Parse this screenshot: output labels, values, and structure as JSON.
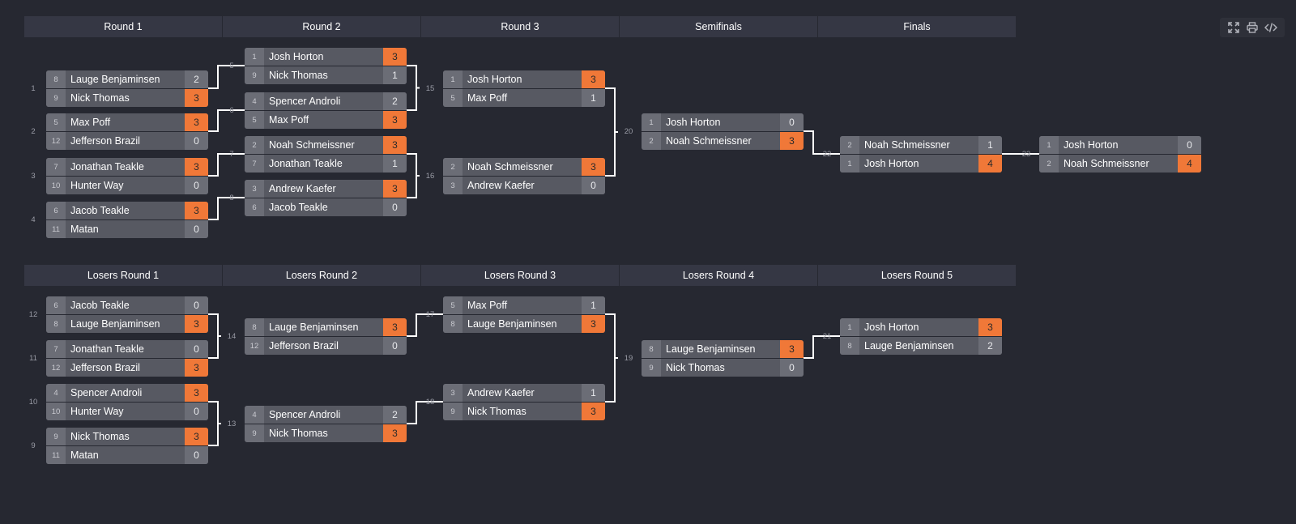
{
  "colors": {
    "background": "#262831",
    "header": "#353744",
    "slot": "#575962",
    "winner": "#f07838",
    "connector": "#ffffff"
  },
  "toolbar": {
    "icons": [
      "expand-icon",
      "print-icon",
      "code-icon"
    ]
  },
  "headers": [
    "Round 1",
    "Round 2",
    "Round 3",
    "Semifinals",
    "Finals",
    "Losers Round 1",
    "Losers Round 2",
    "Losers Round 3",
    "Losers Round 4",
    "Losers Round 5"
  ],
  "matches": [
    {
      "num": "1",
      "p": [
        {
          "seed": "8",
          "name": "Lauge Benjaminsen",
          "score": "2",
          "win": false
        },
        {
          "seed": "9",
          "name": "Nick Thomas",
          "score": "3",
          "win": true
        }
      ]
    },
    {
      "num": "2",
      "p": [
        {
          "seed": "5",
          "name": "Max Poff",
          "score": "3",
          "win": true
        },
        {
          "seed": "12",
          "name": "Jefferson Brazil",
          "score": "0",
          "win": false
        }
      ]
    },
    {
      "num": "3",
      "p": [
        {
          "seed": "7",
          "name": "Jonathan Teakle",
          "score": "3",
          "win": true
        },
        {
          "seed": "10",
          "name": "Hunter Way",
          "score": "0",
          "win": false
        }
      ]
    },
    {
      "num": "4",
      "p": [
        {
          "seed": "6",
          "name": "Jacob Teakle",
          "score": "3",
          "win": true
        },
        {
          "seed": "11",
          "name": "Matan",
          "score": "0",
          "win": false
        }
      ]
    },
    {
      "num": "5",
      "p": [
        {
          "seed": "1",
          "name": "Josh Horton",
          "score": "3",
          "win": true
        },
        {
          "seed": "9",
          "name": "Nick Thomas",
          "score": "1",
          "win": false
        }
      ]
    },
    {
      "num": "6",
      "p": [
        {
          "seed": "4",
          "name": "Spencer Androli",
          "score": "2",
          "win": false
        },
        {
          "seed": "5",
          "name": "Max Poff",
          "score": "3",
          "win": true
        }
      ]
    },
    {
      "num": "7",
      "p": [
        {
          "seed": "2",
          "name": "Noah Schmeissner",
          "score": "3",
          "win": true
        },
        {
          "seed": "7",
          "name": "Jonathan Teakle",
          "score": "1",
          "win": false
        }
      ]
    },
    {
      "num": "8",
      "p": [
        {
          "seed": "3",
          "name": "Andrew Kaefer",
          "score": "3",
          "win": true
        },
        {
          "seed": "6",
          "name": "Jacob Teakle",
          "score": "0",
          "win": false
        }
      ]
    },
    {
      "num": "15",
      "p": [
        {
          "seed": "1",
          "name": "Josh Horton",
          "score": "3",
          "win": true
        },
        {
          "seed": "5",
          "name": "Max Poff",
          "score": "1",
          "win": false
        }
      ]
    },
    {
      "num": "16",
      "p": [
        {
          "seed": "2",
          "name": "Noah Schmeissner",
          "score": "3",
          "win": true
        },
        {
          "seed": "3",
          "name": "Andrew Kaefer",
          "score": "0",
          "win": false
        }
      ]
    },
    {
      "num": "20",
      "p": [
        {
          "seed": "1",
          "name": "Josh Horton",
          "score": "0",
          "win": false
        },
        {
          "seed": "2",
          "name": "Noah Schmeissner",
          "score": "3",
          "win": true
        }
      ]
    },
    {
      "num": "22",
      "p": [
        {
          "seed": "2",
          "name": "Noah Schmeissner",
          "score": "1",
          "win": false
        },
        {
          "seed": "1",
          "name": "Josh Horton",
          "score": "4",
          "win": true
        }
      ]
    },
    {
      "num": "23",
      "p": [
        {
          "seed": "1",
          "name": "Josh Horton",
          "score": "0",
          "win": false
        },
        {
          "seed": "2",
          "name": "Noah Schmeissner",
          "score": "4",
          "win": true
        }
      ]
    },
    {
      "num": "12",
      "p": [
        {
          "seed": "6",
          "name": "Jacob Teakle",
          "score": "0",
          "win": false
        },
        {
          "seed": "8",
          "name": "Lauge Benjaminsen",
          "score": "3",
          "win": true
        }
      ]
    },
    {
      "num": "11",
      "p": [
        {
          "seed": "7",
          "name": "Jonathan Teakle",
          "score": "0",
          "win": false
        },
        {
          "seed": "12",
          "name": "Jefferson Brazil",
          "score": "3",
          "win": true
        }
      ]
    },
    {
      "num": "10",
      "p": [
        {
          "seed": "4",
          "name": "Spencer Androli",
          "score": "3",
          "win": true
        },
        {
          "seed": "10",
          "name": "Hunter Way",
          "score": "0",
          "win": false
        }
      ]
    },
    {
      "num": "9",
      "p": [
        {
          "seed": "9",
          "name": "Nick Thomas",
          "score": "3",
          "win": true
        },
        {
          "seed": "11",
          "name": "Matan",
          "score": "0",
          "win": false
        }
      ]
    },
    {
      "num": "14",
      "p": [
        {
          "seed": "8",
          "name": "Lauge Benjaminsen",
          "score": "3",
          "win": true
        },
        {
          "seed": "12",
          "name": "Jefferson Brazil",
          "score": "0",
          "win": false
        }
      ]
    },
    {
      "num": "13",
      "p": [
        {
          "seed": "4",
          "name": "Spencer Androli",
          "score": "2",
          "win": false
        },
        {
          "seed": "9",
          "name": "Nick Thomas",
          "score": "3",
          "win": true
        }
      ]
    },
    {
      "num": "17",
      "p": [
        {
          "seed": "5",
          "name": "Max Poff",
          "score": "1",
          "win": false
        },
        {
          "seed": "8",
          "name": "Lauge Benjaminsen",
          "score": "3",
          "win": true
        }
      ]
    },
    {
      "num": "18",
      "p": [
        {
          "seed": "3",
          "name": "Andrew Kaefer",
          "score": "1",
          "win": false
        },
        {
          "seed": "9",
          "name": "Nick Thomas",
          "score": "3",
          "win": true
        }
      ]
    },
    {
      "num": "19",
      "p": [
        {
          "seed": "8",
          "name": "Lauge Benjaminsen",
          "score": "3",
          "win": true
        },
        {
          "seed": "9",
          "name": "Nick Thomas",
          "score": "0",
          "win": false
        }
      ]
    },
    {
      "num": "21",
      "p": [
        {
          "seed": "1",
          "name": "Josh Horton",
          "score": "3",
          "win": true
        },
        {
          "seed": "8",
          "name": "Lauge Benjaminsen",
          "score": "2",
          "win": false
        }
      ]
    }
  ]
}
